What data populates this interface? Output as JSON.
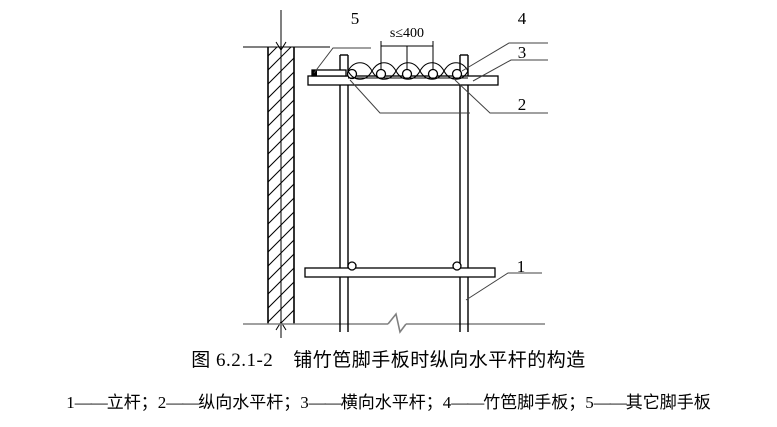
{
  "figure": {
    "caption_number": "图 6.2.1-2",
    "caption_title": "铺竹笆脚手板时纵向水平杆的构造",
    "dimension_label": "s≤400",
    "callouts": [
      {
        "id": "1",
        "label": "1"
      },
      {
        "id": "2",
        "label": "2"
      },
      {
        "id": "3",
        "label": "3"
      },
      {
        "id": "4",
        "label": "4"
      },
      {
        "id": "5",
        "label": "5"
      }
    ],
    "legend": [
      {
        "num": "1",
        "dash": "——",
        "name": "立杆",
        "sep": "；"
      },
      {
        "num": "2",
        "dash": "——",
        "name": "纵向水平杆",
        "sep": "；"
      },
      {
        "num": "3",
        "dash": "——",
        "name": "横向水平杆",
        "sep": "；"
      },
      {
        "num": "4",
        "dash": "——",
        "name": "竹笆脚手板",
        "sep": "；"
      },
      {
        "num": "5",
        "dash": "——",
        "name": "其它脚手板",
        "sep": ""
      }
    ],
    "colors": {
      "line": "#000000",
      "ground": "#808080",
      "leader": "#404040",
      "background": "#ffffff"
    }
  }
}
